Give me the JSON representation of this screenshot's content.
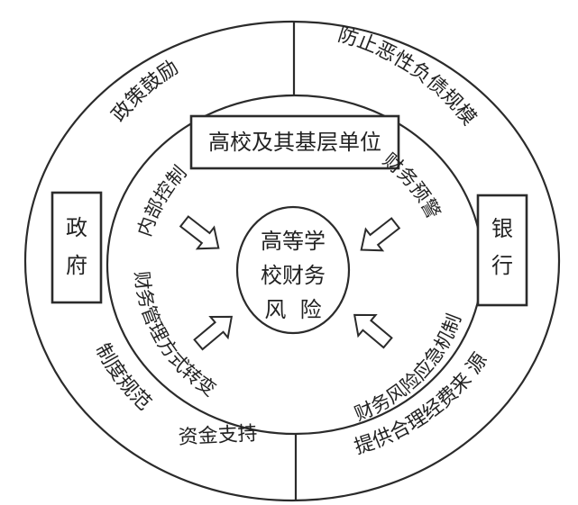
{
  "diagram": {
    "center": {
      "line1": "高等学",
      "line2": "校财务",
      "line3": "风  险"
    },
    "top_box": "高校及其基层单位",
    "left_box": [
      "政",
      "府"
    ],
    "right_box": [
      "银",
      "行"
    ],
    "inner_labels": {
      "internal_control": "内部控制",
      "financial_warning": "财务预警",
      "management_transform": "财务管理方式转变",
      "emergency_mechanism": "财务风险应急机制"
    },
    "outer_labels": {
      "policy_encouragement": "政策鼓励",
      "prevent_debt": "防止恶性负债规模",
      "system_norms": "制度规范",
      "fund_support": "资金支持",
      "reasonable_funding": "提供合理经费来 源"
    }
  }
}
